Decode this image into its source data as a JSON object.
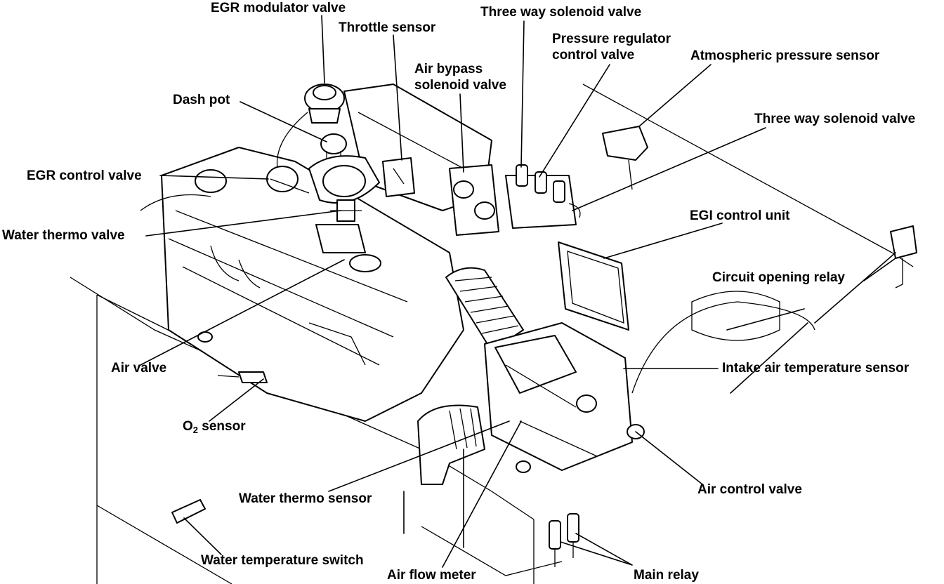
{
  "labels": {
    "egr_modulator_valve": "EGR modulator valve",
    "throttle_sensor": "Throttle sensor",
    "three_way_solenoid_valve_top": "Three way solenoid valve",
    "pressure_regulator_line1": "Pressure regulator",
    "pressure_regulator_line2": "control valve",
    "atmospheric_pressure_sensor": "Atmospheric pressure sensor",
    "air_bypass_line1": "Air bypass",
    "air_bypass_line2": "solenoid valve",
    "dash_pot": "Dash pot",
    "three_way_solenoid_valve_right": "Three way solenoid valve",
    "egr_control_valve": "EGR control valve",
    "egi_control_unit": "EGI control unit",
    "water_thermo_valve": "Water thermo valve",
    "circuit_opening_relay": "Circuit opening relay",
    "intake_air_temperature_sensor": "Intake air temperature sensor",
    "air_valve": "Air valve",
    "o2_sensor_prefix": "O",
    "o2_sensor_sub": "2",
    "o2_sensor_suffix": " sensor",
    "air_control_valve": "Air control valve",
    "water_thermo_sensor": "Water thermo sensor",
    "water_temperature_switch": "Water temperature switch",
    "air_flow_meter": "Air flow meter",
    "main_relay": "Main relay"
  }
}
